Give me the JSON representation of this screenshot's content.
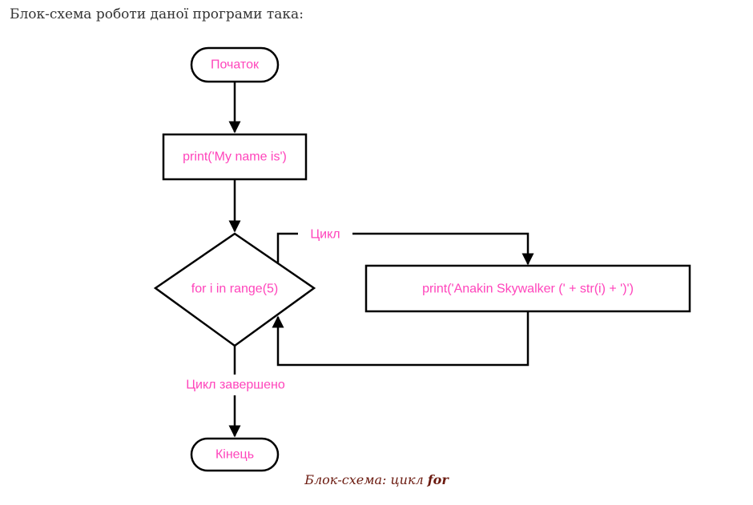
{
  "intro_text": "Блок-схема роботи даної програми така:",
  "diagram": {
    "start": "Початок",
    "print_name": "print('My name is')",
    "loop_condition": "for i in range(5)",
    "loop_label": "Цикл",
    "loop_body": "print('Anakin Skywalker (' + str(i) + ')')",
    "loop_done_label": "Цикл завершено",
    "end": "Кінець"
  },
  "caption": {
    "prefix": "Блок-схема: цикл ",
    "keyword": "for"
  },
  "colors": {
    "node_text": "#ff44bb",
    "stroke": "#000000",
    "caption": "#6b1a0f"
  }
}
